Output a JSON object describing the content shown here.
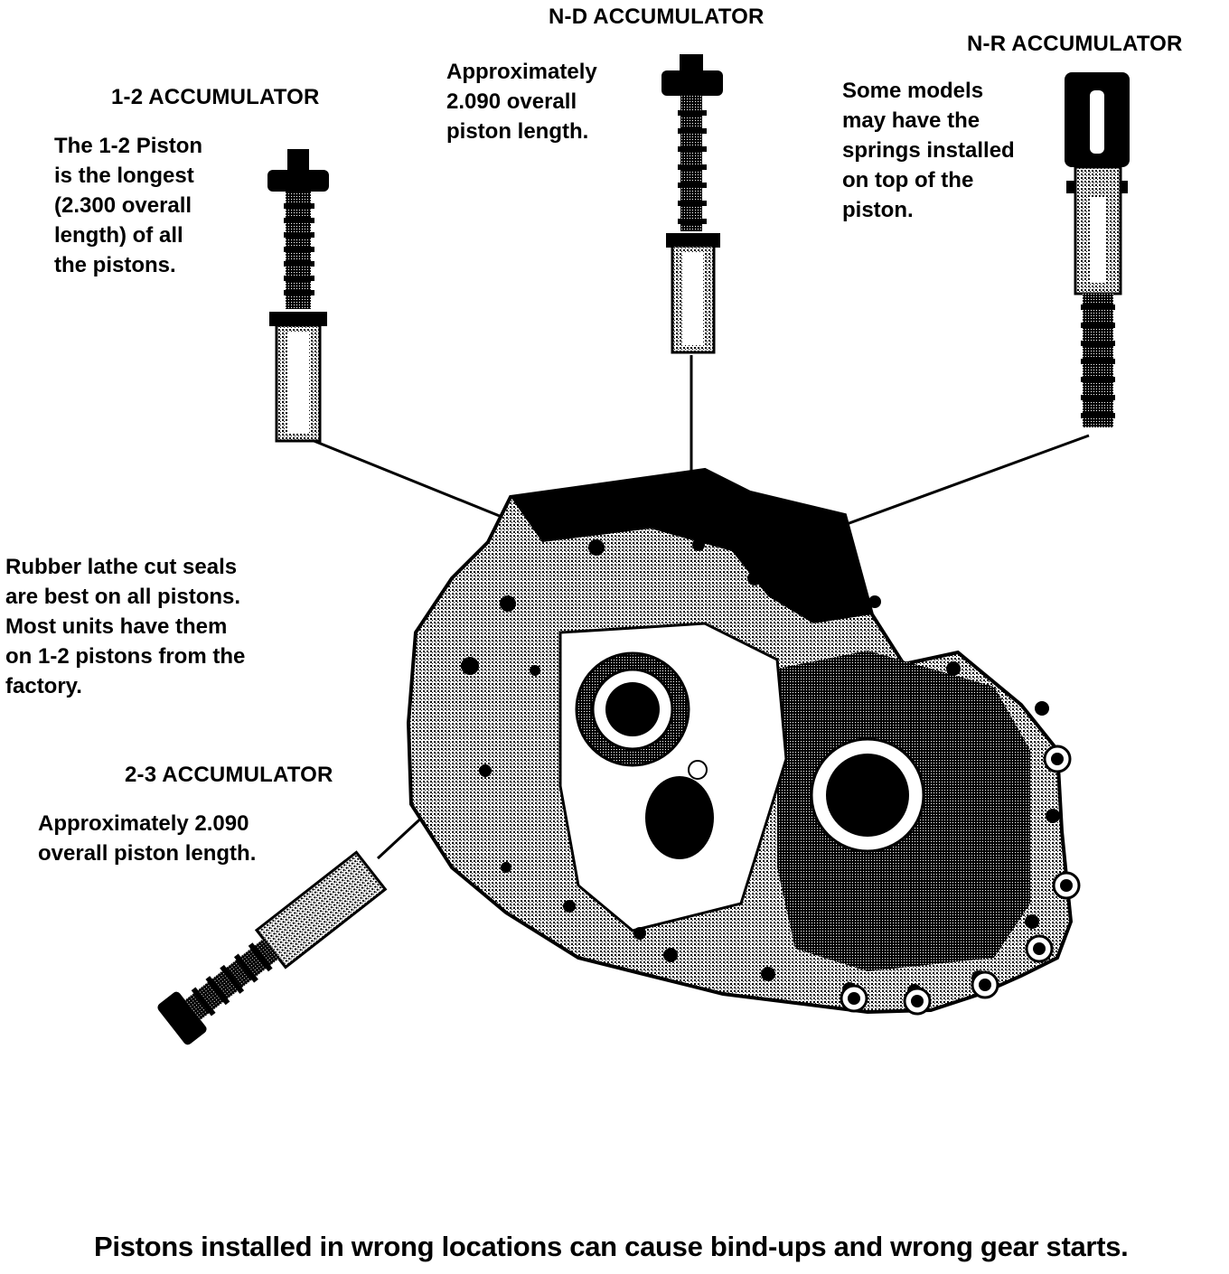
{
  "diagram": {
    "title": "Accumulator piston locations",
    "callouts": [
      {
        "id": "1-2",
        "heading": "1-2  ACCUMULATOR",
        "note_lines": [
          "The 1-2 Piston",
          "is the longest",
          "(2.300 overall",
          "length) of all",
          "the pistons."
        ]
      },
      {
        "id": "n-d",
        "heading": "N-D ACCUMULATOR",
        "note_lines": [
          "Approximately",
          "2.090 overall",
          "piston length."
        ]
      },
      {
        "id": "n-r",
        "heading": "N-R  ACCUMULATOR",
        "note_lines": [
          "Some models",
          "may have the",
          "springs installed",
          "on top of the",
          "piston."
        ]
      },
      {
        "id": "2-3",
        "heading": "2-3  ACCUMULATOR",
        "note_lines": [
          "Approximately 2.090",
          "overall piston length."
        ]
      }
    ],
    "seal_note_lines": [
      "Rubber lathe cut seals",
      "are best on all pistons.",
      "Most units have them",
      "on 1-2 pistons from the",
      "factory."
    ],
    "footer": "Pistons installed in wrong locations can cause bind-ups and wrong gear starts.",
    "part_labels": {
      "case": "transmission-case",
      "pistons": [
        "1-2-piston",
        "n-d-piston",
        "n-r-piston",
        "2-3-piston"
      ]
    },
    "colors": {
      "ink": "#000000",
      "paper": "#ffffff",
      "halftone": "#6a6a6a"
    }
  }
}
